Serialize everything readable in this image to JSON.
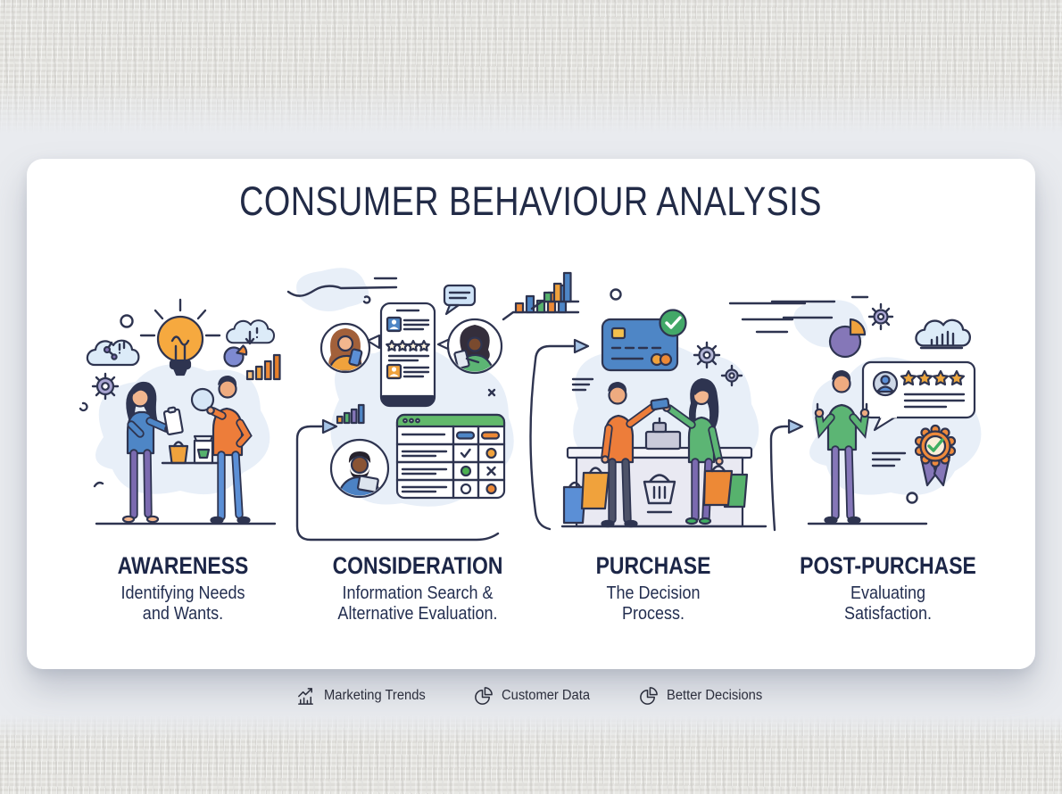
{
  "title": "CONSUMER BEHAVIOUR ANALYSIS",
  "stages": [
    {
      "name": "AWARENESS",
      "desc1": "Identifying Needs",
      "desc2": "and Wants."
    },
    {
      "name": "CONSIDERATION",
      "desc1": "Information Search &",
      "desc2": "Alternative Evaluation."
    },
    {
      "name": "PURCHASE",
      "desc1": "The Decision",
      "desc2": "Process."
    },
    {
      "name": "POST-PURCHASE",
      "desc1": "Evaluating",
      "desc2": "Satisfaction."
    }
  ],
  "footer": {
    "items": [
      {
        "icon": "trend-chart-icon",
        "label": "Marketing Trends"
      },
      {
        "icon": "pie-chart-icon",
        "label": "Customer Data"
      },
      {
        "icon": "pie-chart-icon",
        "label": "Better Decisions"
      }
    ]
  },
  "colors": {
    "ink_navy": "#2e3450",
    "accent_orange": "#ed8936",
    "accent_blue": "#4e86c6",
    "accent_green": "#57b26d",
    "accent_purple": "#7b6ab0",
    "blob_blue": "#e8eff8",
    "card_bg": "#ffffff",
    "page_bg": "#e2e1dd"
  }
}
